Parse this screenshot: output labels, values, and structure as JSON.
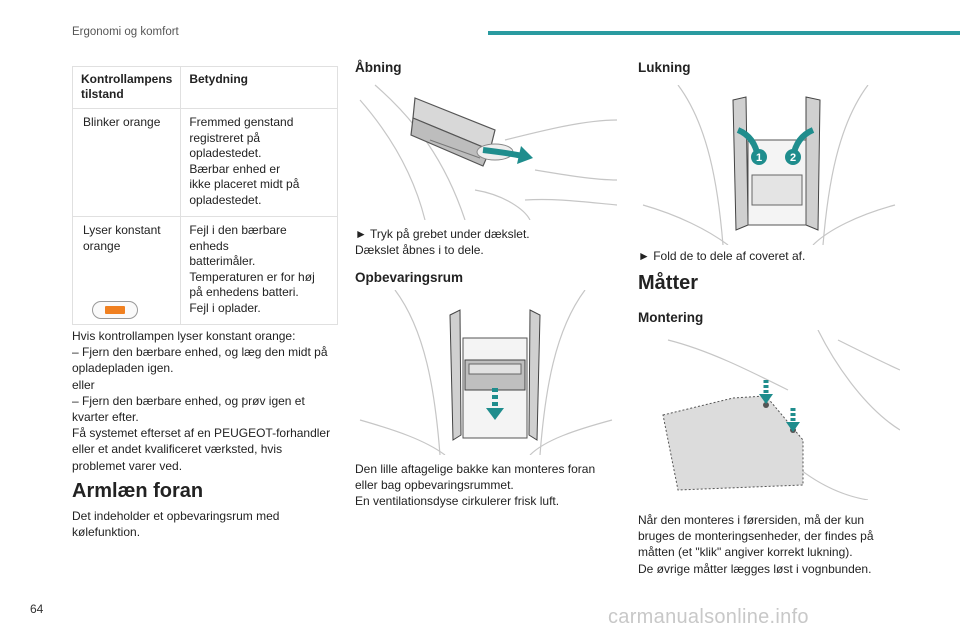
{
  "header": {
    "section": "Ergonomi og komfort"
  },
  "page": {
    "number": "64"
  },
  "watermark": "carmanualsonline.info",
  "status_table": {
    "headers": [
      "Kontrollampens tilstand",
      "Betydning"
    ],
    "rows": [
      {
        "state": "Blinker orange",
        "meaning": [
          "Fremmed genstand",
          "registreret på",
          "opladestedet.",
          "Bærbar enhed er",
          "ikke placeret midt på",
          "opladestedet."
        ]
      },
      {
        "state": "Lyser konstant orange",
        "meaning": [
          "Fejl i den bærbare enheds",
          "batterimåler.",
          "Temperaturen er for høj",
          "på enhedens batteri.",
          "Fejl i oplader."
        ]
      }
    ]
  },
  "warning": {
    "lines": [
      "Hvis kontrollampen lyser konstant orange:",
      "–  Fjern den bærbare enhed, og læg den midt på",
      "opladepladen igen.",
      "eller",
      "–  Fjern den bærbare enhed, og prøv igen et",
      "kvarter efter.",
      "Få systemet efterset af en PEUGEOT-forhandler",
      "eller et andet kvalificeret værksted, hvis",
      "problemet varer ved."
    ]
  },
  "armrest": {
    "title": "Armlæn foran",
    "lines": [
      "Det indeholder et opbevaringsrum med",
      "kølefunktion."
    ]
  },
  "opening": {
    "title": "Åbning",
    "lines": [
      "►  Tryk på grebet under dækslet.",
      "Dækslet åbnes i to dele."
    ]
  },
  "storage": {
    "title": "Opbevaringsrum",
    "lines": [
      "Den lille aftagelige bakke kan monteres foran",
      "eller bag opbevaringsrummet.",
      "En ventilationsdyse cirkulerer frisk luft."
    ]
  },
  "closing": {
    "title": "Lukning",
    "lines": [
      "►  Fold de to dele af coveret af."
    ],
    "markers": [
      "1",
      "2"
    ]
  },
  "mats": {
    "title": "Måtter",
    "subtitle": "Montering",
    "lines": [
      "Når den monteres i førersiden, må der kun",
      "bruges de monteringsenheder, der findes på",
      "måtten (et \"klik\" angiver korrekt lukning).",
      "De øvrige måtter lægges løst i vognbunden."
    ]
  },
  "colors": {
    "accent": "#2a9ba0",
    "warning_lamp": "#f08020"
  },
  "icons": [
    "warning-lamp-icon",
    "arrow-icon"
  ]
}
